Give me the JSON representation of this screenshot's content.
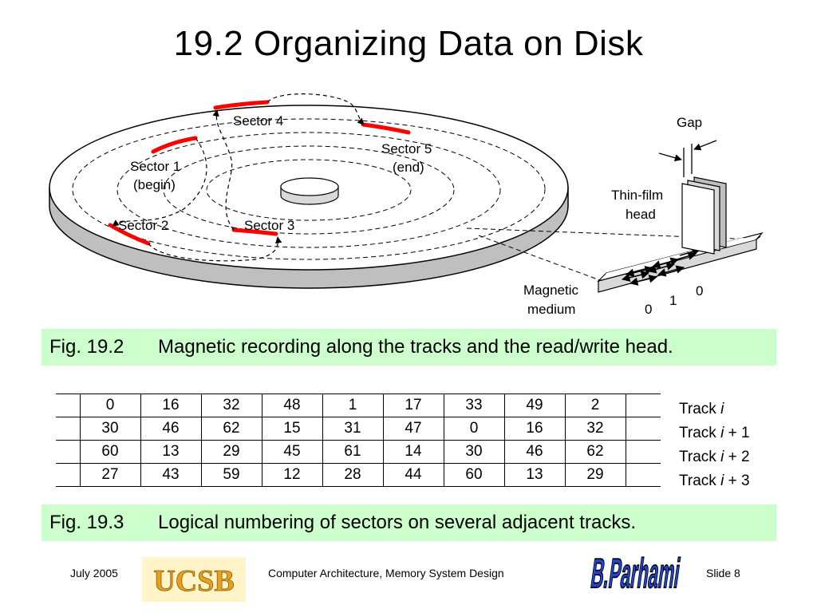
{
  "slide": {
    "title": "19.2  Organizing Data on Disk"
  },
  "disk_figure": {
    "sector_labels": {
      "sector4": "Sector 4",
      "sector5_line1": "Sector 5",
      "sector5_line2": "(end)",
      "sector1_line1": "Sector 1",
      "sector1_line2": "(begin)",
      "sector2": "Sector 2",
      "sector3": "Sector 3"
    },
    "head_labels": {
      "gap": "Gap",
      "thin_film_line1": "Thin-film",
      "thin_film_line2": "head",
      "magnetic_line1": "Magnetic",
      "magnetic_line2": "medium",
      "bit_0a": "0",
      "bit_1": "1",
      "bit_0b": "0"
    },
    "colors": {
      "sector_red": "#ff0000",
      "disk_edge_gray": "#bfbfbf"
    }
  },
  "fig_19_2": {
    "number": "Fig. 19.2",
    "text": "Magnetic recording along the tracks and the read/write head."
  },
  "sector_table": {
    "rows": [
      [
        "0",
        "16",
        "32",
        "48",
        "1",
        "17",
        "33",
        "49",
        "2"
      ],
      [
        "30",
        "46",
        "62",
        "15",
        "31",
        "47",
        "0",
        "16",
        "32"
      ],
      [
        "60",
        "13",
        "29",
        "45",
        "61",
        "14",
        "30",
        "46",
        "62"
      ],
      [
        "27",
        "43",
        "59",
        "12",
        "28",
        "44",
        "60",
        "13",
        "29"
      ]
    ],
    "track_labels": [
      {
        "prefix": "Track ",
        "var": "i",
        "suffix": ""
      },
      {
        "prefix": "Track ",
        "var": "i",
        "suffix": " + 1"
      },
      {
        "prefix": "Track ",
        "var": "i",
        "suffix": " + 2"
      },
      {
        "prefix": "Track ",
        "var": "i",
        "suffix": " + 3"
      }
    ]
  },
  "fig_19_3": {
    "number": "Fig. 19.3",
    "text": "Logical numbering of sectors on several adjacent tracks."
  },
  "footer": {
    "date": "July 2005",
    "logo_text": "UCSB",
    "course": "Computer Architecture, Memory System Design",
    "author_logo_line1": "B.Parhami",
    "slide_label": "Slide 8"
  },
  "caption_color": "#ccffcc"
}
